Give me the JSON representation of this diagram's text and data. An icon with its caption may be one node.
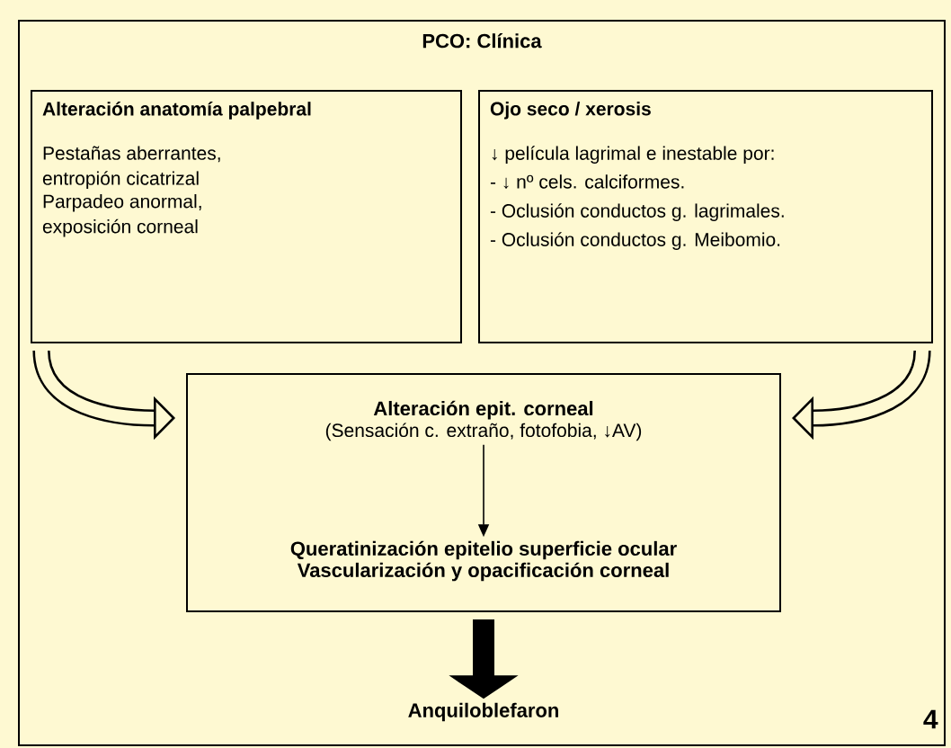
{
  "diagram": {
    "nodes": [
      {
        "text": [
          "PCO: Clínica"
        ]
      },
      {
        "text": [
          "Alteración anatomía palpebral",
          "Pestañas aberrantes, entropión cicatrizal",
          "Parpadeo anormal, exposición corneal"
        ],
        "in": 0
      },
      {
        "text": [
          "Ojo seco / xerosis",
          "↓ película lagrimal e inestable por:",
          "- ↓ nº cels. calciformes.",
          "- Oclusión conductos g. lagrimales.",
          "- Oclusión conductos g. Meibomio."
        ],
        "in": 0
      },
      {
        "text": [],
        "shape": "box",
        "in": 0
      },
      {
        "text": [
          "Alteración epit. corneal",
          "(Sensación c. extraño, fotofobia, ↓AV)"
        ],
        "in": 3
      },
      {
        "text": [
          "Queratinización epitelio superficie ocular",
          "Vascularización y opacificación corneal"
        ],
        "in": 3
      },
      {
        "text": [
          "Anquiloblefaron"
        ],
        "in": 0
      }
    ],
    "edges": [
      {
        "from": 1,
        "to": 3,
        "arrow": "to"
      },
      {
        "from": 2,
        "to": 3,
        "arrow": "to"
      },
      {
        "from": 4,
        "to": 5,
        "arrow": "to"
      },
      {
        "from": 3,
        "to": 6,
        "arrow": "to"
      }
    ],
    "labels": [
      "4"
    ]
  }
}
